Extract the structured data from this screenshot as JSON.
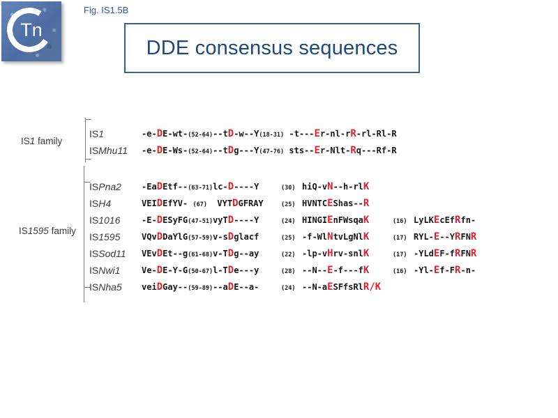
{
  "fig_label": "Fig. IS1.5B",
  "logo": {
    "text": "Tn"
  },
  "title": "DDE consensus sequences",
  "colors": {
    "title_blue": "#1f4979",
    "box_border": "#3a5f96",
    "highlight_red": "#e2222a",
    "sequence_black": "#141414",
    "label_gray": "#3b3b3b"
  },
  "families": [
    {
      "label": {
        "pre": "IS",
        "italic": "1",
        "post": " family"
      },
      "rows": [
        {
          "name": {
            "pre": "IS",
            "italic": "1"
          },
          "cells": [
            "-e-[D]E-wt-(52-64)--t[D]-w--Y(18-31) -t---[E]r-nl-r[R]-rl-Rl-R"
          ]
        },
        {
          "name": {
            "pre": "IS",
            "italic": "Mhu11"
          },
          "cells": [
            "-e-[D]E-Ws-(52-64)--t[D]g---Y(47-76) sts--[E]r-Nlt-[R]q---Rf-R"
          ]
        }
      ]
    },
    {
      "label": {
        "pre": "IS",
        "italic": "1595",
        "post": " family"
      },
      "rows": [
        {
          "name": {
            "pre": "IS",
            "italic": "Pna2"
          },
          "cells": [
            "-Ea[D]Etf--(63-71)lc-[D]----Y",
            "(30)",
            "hiQ-v[N]--h-rl[K]",
            "",
            ""
          ]
        },
        {
          "name": {
            "pre": "IS",
            "italic": "H4"
          },
          "cells": [
            "VEI[D]EfYV- (67)  VYT[D]GFRAY",
            "(25)",
            "HVNTC[E]Shas--[R]",
            "",
            ""
          ]
        },
        {
          "name": {
            "pre": "IS",
            "italic": "1016"
          },
          "cells": [
            "-E-[D]ESyFG(47-51)vyT[D]----Y",
            "(24)",
            "HINGI[E]nFWsqa[K]",
            "(16)",
            "LyLK[E]cEf[R]fn-"
          ]
        },
        {
          "name": {
            "pre": "IS",
            "italic": "1595"
          },
          "cells": [
            "VQv[D]DaYlG(57-59)v-s[D]glacf",
            "(25)",
            "-f-Wl[N]tvLgNl[K]",
            "(17)",
            "RYL-[E]--Y[R]FN[R]"
          ]
        },
        {
          "name": {
            "pre": "IS",
            "italic": "Sod11"
          },
          "cells": [
            "VEv[D]Et--g(61-68)v-T[D]g--ay",
            "(22)",
            "-lp-v[H]rv-snl[K]",
            "(17)",
            "-YLd[E]F-f[R]FN[R]"
          ]
        },
        {
          "name": {
            "pre": "IS",
            "italic": "Nwi1"
          },
          "cells": [
            "Ve-[D]E-Y-G(50-67)l-T[D]e---y",
            "(28)",
            "--N--[E]-f---f[K]",
            "(16)",
            "-Yl-[E]f-F[R]-n-"
          ]
        },
        {
          "name": {
            "pre": "IS",
            "italic": "Nha5"
          },
          "cells": [
            "vei[D]Gay--(59-89)--a[D]E--a-",
            "(24)",
            "--N-a[E]SFfsRl[R/K]",
            "",
            ""
          ]
        }
      ]
    }
  ]
}
